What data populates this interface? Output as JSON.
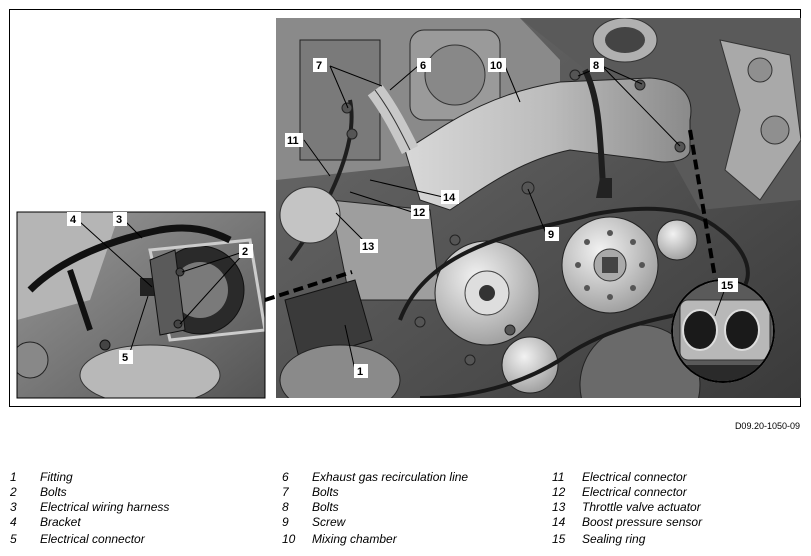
{
  "figure": {
    "code": "D09.20-1050-09",
    "callouts": [
      "1",
      "2",
      "3",
      "4",
      "5",
      "6",
      "7",
      "8",
      "9",
      "10",
      "11",
      "12",
      "13",
      "14",
      "15"
    ]
  },
  "legend": [
    {
      "num": "1",
      "label": "Fitting"
    },
    {
      "num": "2",
      "label": "Bolts"
    },
    {
      "num": "3",
      "label": "Electrical wiring harness"
    },
    {
      "num": "4",
      "label": "Bracket"
    },
    {
      "num": "5",
      "label": "Electrical connector"
    },
    {
      "num": "6",
      "label": "Exhaust gas recirculation line"
    },
    {
      "num": "7",
      "label": "Bolts"
    },
    {
      "num": "8",
      "label": "Bolts"
    },
    {
      "num": "9",
      "label": "Screw"
    },
    {
      "num": "10",
      "label": "Mixing chamber"
    },
    {
      "num": "11",
      "label": "Electrical connector"
    },
    {
      "num": "12",
      "label": "Electrical connector"
    },
    {
      "num": "13",
      "label": "Throttle valve actuator"
    },
    {
      "num": "14",
      "label": "Boost pressure sensor"
    },
    {
      "num": "15",
      "label": "Sealing ring"
    }
  ]
}
